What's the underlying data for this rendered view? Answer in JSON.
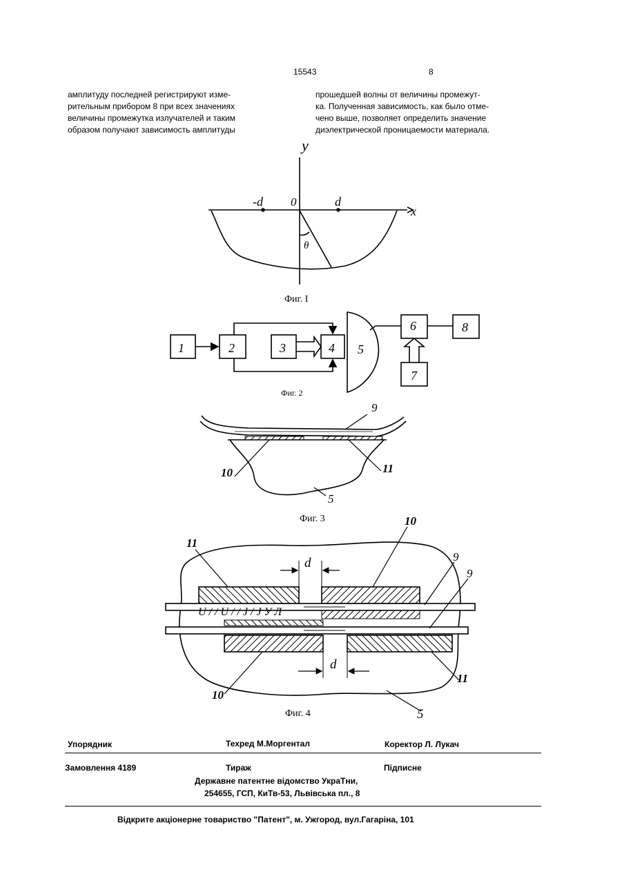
{
  "header": {
    "patent_number": "15543",
    "page_number": "8"
  },
  "text": {
    "left": [
      "амплитуду последней регистрируют изме-",
      "рительным прибором 8 при всех значениях",
      "величины промежутка излучателей и таким",
      "образом получают зависимость амплитуды"
    ],
    "right": [
      "прошедшей волны от величины промежут-",
      "ка. Полученная зависимость, как было отме-",
      "чено выше, позволяет определить значение",
      "диэлектрической проницаемости материала."
    ]
  },
  "fig1": {
    "caption": "Фиг. I",
    "labels": {
      "y": "y",
      "x": "x",
      "minus_d": "-d",
      "zero": "0",
      "d": "d",
      "theta": "θ"
    }
  },
  "fig2": {
    "caption": "Фиг. 2",
    "blocks": [
      "1",
      "2",
      "3",
      "4",
      "5",
      "6",
      "7",
      "8"
    ]
  },
  "fig3": {
    "caption": "Фиг. 3",
    "labels": {
      "waveguide": "9",
      "left_emitter": "10",
      "right_emitter": "11",
      "material": "5"
    }
  },
  "fig4": {
    "caption": "Фиг. 4",
    "labels": {
      "top_left": "11",
      "top_right": "10",
      "line_a": "9",
      "line_b": "9",
      "bottom_left": "10",
      "bottom_right": "11",
      "material": "5",
      "gap_top": "d",
      "gap_bottom": "d"
    },
    "strip_text": "U / / U / / J / J У Л"
  },
  "footer": {
    "compiler": "Упорядник",
    "techred": "Техред М.Моргентал",
    "corrector": "Коректор Л. Лукач",
    "order": "Замовлення 4189",
    "circulation": "Тираж",
    "signed": "Підписне",
    "office": "Державне патентне відомство УкраТни,",
    "address": "254655, ГСП, КиТв-53, Львівська пл., 8",
    "publisher": "Відкрите акціонерне товариство \"Патент\", м. Ужгород, вул.Гагаріна, 101"
  }
}
